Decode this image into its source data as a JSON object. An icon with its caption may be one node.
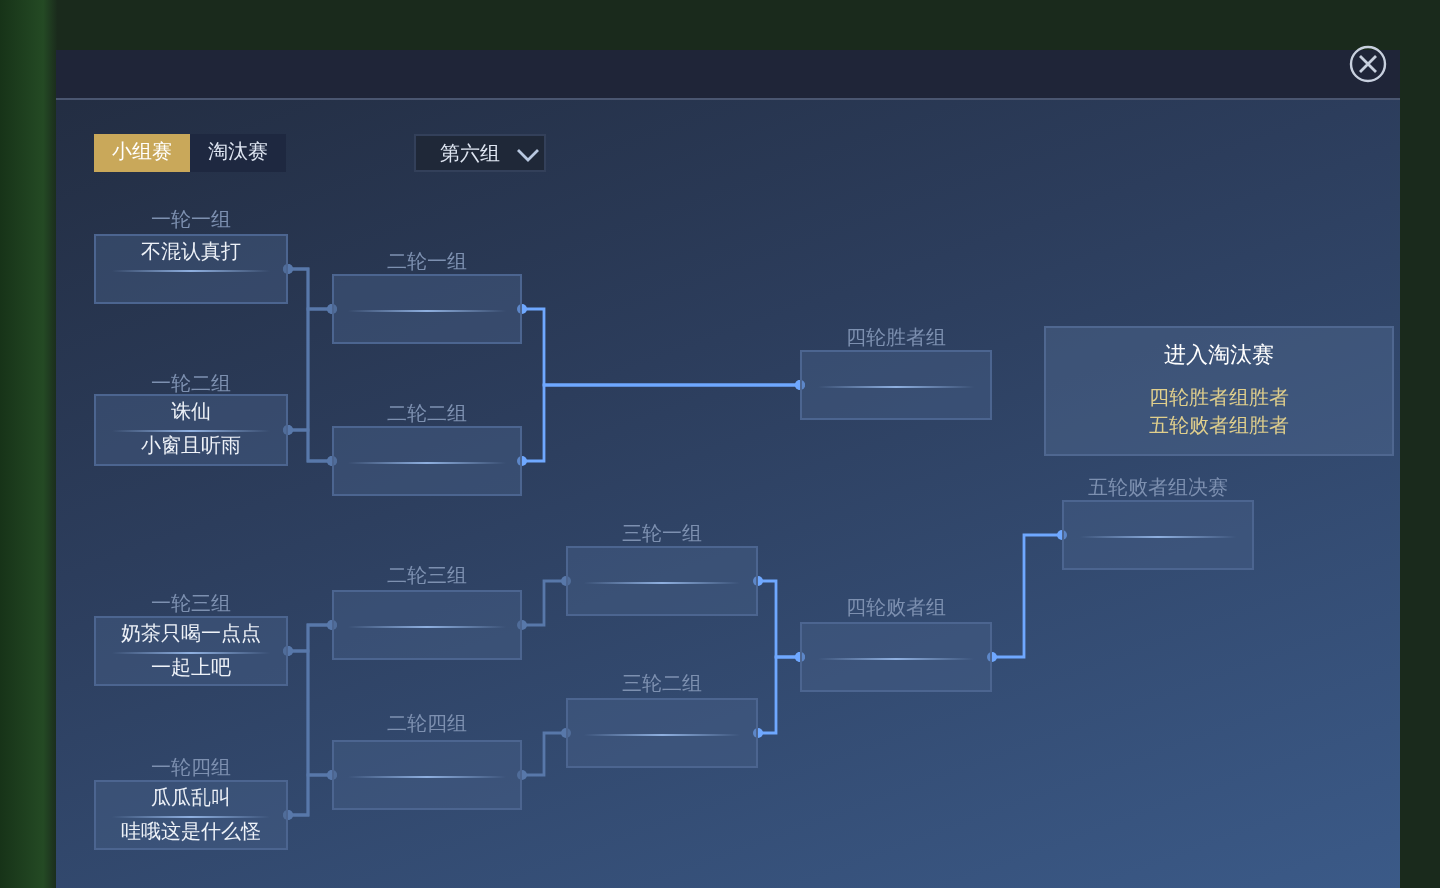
{
  "diagram": {
    "nodes": [
      {
        "text": [
          "一轮一组",
          "不混认真打"
        ]
      },
      {
        "text": [
          "一轮二组",
          "诛仙",
          "小窗且听雨"
        ]
      },
      {
        "text": [
          "一轮三组",
          "奶茶只喝一点点",
          "一起上吧"
        ]
      },
      {
        "text": [
          "一轮四组",
          "瓜瓜乱叫",
          "哇哦这是什么怪"
        ]
      },
      {
        "text": [
          "二轮一组"
        ]
      },
      {
        "text": [
          "二轮二组"
        ]
      },
      {
        "text": [
          "二轮三组"
        ]
      },
      {
        "text": [
          "二轮四组"
        ]
      },
      {
        "text": [
          "三轮一组"
        ]
      },
      {
        "text": [
          "三轮二组"
        ]
      },
      {
        "text": [
          "四轮胜者组"
        ]
      },
      {
        "text": [
          "四轮败者组"
        ]
      },
      {
        "text": [
          "五轮败者组决赛"
        ]
      },
      {
        "text": [
          "进入淘汰赛",
          "四轮胜者组胜者",
          "五轮败者组胜者"
        ]
      }
    ],
    "edges": [
      {
        "from": 0,
        "to": 4,
        "arrow": "other"
      },
      {
        "from": 1,
        "to": 4,
        "arrow": "other"
      },
      {
        "from": 0,
        "to": 5,
        "arrow": "other"
      },
      {
        "from": 1,
        "to": 5,
        "arrow": "other"
      },
      {
        "from": 2,
        "to": 6,
        "arrow": "other"
      },
      {
        "from": 3,
        "to": 6,
        "arrow": "other"
      },
      {
        "from": 2,
        "to": 7,
        "arrow": "other"
      },
      {
        "from": 3,
        "to": 7,
        "arrow": "other"
      },
      {
        "from": 4,
        "to": 10,
        "arrow": "other",
        "color": "#6fa8ff"
      },
      {
        "from": 5,
        "to": 10,
        "arrow": "other",
        "color": "#6fa8ff"
      },
      {
        "from": 6,
        "to": 8,
        "arrow": "other"
      },
      {
        "from": 7,
        "to": 9,
        "arrow": "other"
      },
      {
        "from": 8,
        "to": 11,
        "arrow": "other",
        "color": "#6fa8ff"
      },
      {
        "from": 9,
        "to": 11,
        "arrow": "other",
        "color": "#6fa8ff"
      },
      {
        "from": 11,
        "to": 12,
        "arrow": "other",
        "color": "#6fa8ff"
      }
    ],
    "labels": [
      "小组赛",
      "淘汰赛",
      "第六组"
    ]
  }
}
